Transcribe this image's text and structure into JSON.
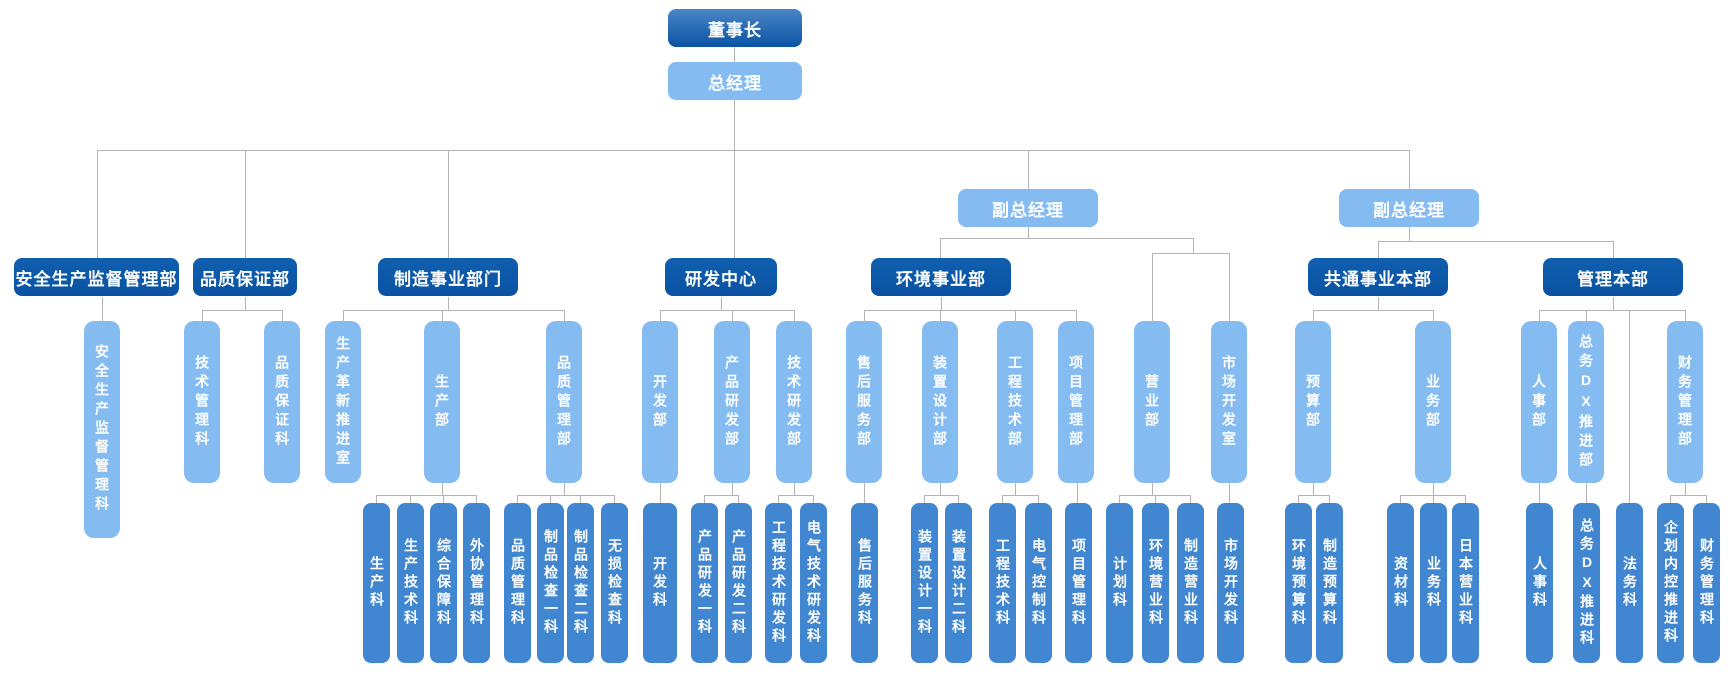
{
  "palette": {
    "node_dark_blue": "#0a53a4",
    "node_light_blue": "#84bbf1",
    "node_medium_blue": "#4186d0",
    "connector_gray": "#b4b4b4",
    "text_white": "#ffffff"
  },
  "labels": {
    "chairman": "董事长",
    "general_manager": "总经理",
    "deputy_gm_1": "副总经理",
    "deputy_gm_2": "副总经理",
    "safety_dept": "安全生产监督管理部",
    "qa_dept": "品质保证部",
    "manufacturing_div": "制造事业部门",
    "rd_center": "研发中心",
    "env_div": "环境事业部",
    "common_hq": "共通事业本部",
    "admin_hq": "管理本部",
    "safety_sect": "安全生产监督管理科",
    "tech_mgmt_sect": "技术管理科",
    "qa_sect": "品质保证科",
    "prod_innov_office": "生产革新推进室",
    "production_dept": "生产部",
    "quality_mgmt_dept": "品质管理部",
    "dev_dept": "开发部",
    "product_rd_dept": "产品研发部",
    "tech_rd_dept": "技术研发部",
    "aftersales_dept": "售后服务部",
    "device_design_dept": "装置设计部",
    "eng_tech_dept": "工程技术部",
    "project_mgmt_dept": "项目管理部",
    "sales_dept": "营业部",
    "market_dev_office": "市场开发室",
    "budget_dept": "预算部",
    "business_dept": "业务部",
    "hr_dept": "人事部",
    "ga_dx_dept": "总务DX推进部",
    "finance_mgmt_dept": "财务管理部",
    "production_sect": "生产科",
    "prod_tech_sect": "生产技术科",
    "general_support_sect": "综合保障科",
    "outsourcing_mgmt_sect": "外协管理科",
    "quality_mgmt_sect": "品质管理科",
    "product_inspection1_sect": "制品检查一科",
    "product_inspection2_sect": "制品检查二科",
    "ndt_sect": "无损检查科",
    "dev_sect": "开发科",
    "product_rd1_sect": "产品研发一科",
    "product_rd2_sect": "产品研发二科",
    "eng_tech_rd_sect": "工程技术研发科",
    "elec_tech_rd_sect": "电气技术研发科",
    "aftersales_sect": "售后服务科",
    "device_design1_sect": "装置设计一科",
    "device_design2_sect": "装置设计二科",
    "eng_tech_sect": "工程技术科",
    "elec_ctrl_sect": "电气控制科",
    "project_mgmt_sect": "项目管理科",
    "planning_sect": "计划科",
    "env_sales_sect": "环境营业科",
    "mfg_sales_sect": "制造营业科",
    "market_dev_sect": "市场开发科",
    "env_budget_sect": "环境预算科",
    "mfg_budget_sect": "制造预算科",
    "material_sect": "资材科",
    "business_sect": "业务科",
    "japan_sales_sect": "日本营业科",
    "hr_sect": "人事科",
    "ga_dx_sect": "总务DX推进科",
    "legal_sect": "法务科",
    "planning_internal_ctrl_sect": "企划内控推进科",
    "finance_mgmt_sect": "财务管理科"
  }
}
